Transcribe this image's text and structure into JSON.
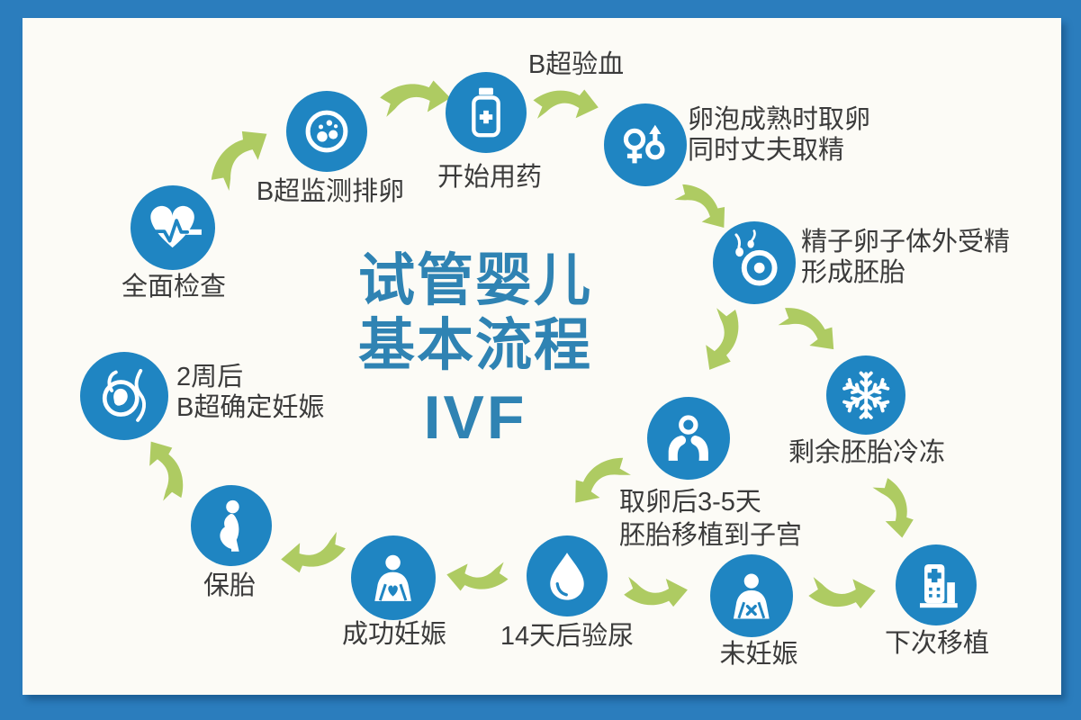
{
  "title": {
    "line1": "试管婴儿",
    "line2": "基本流程",
    "line3": "IVF"
  },
  "colors": {
    "frame": "#2b7dbd",
    "card": "#fcfbf6",
    "circle": "#1f85c2",
    "arrow": "#aecb62",
    "title": "#2f83b3",
    "text": "#3b3b3b"
  },
  "nodes": {
    "checkup": {
      "label": "全面检查",
      "icon": "heart-pulse-icon"
    },
    "monitor": {
      "label": "B超监测排卵",
      "icon": "petri-dish-cells-icon"
    },
    "medication": {
      "label": "开始用药",
      "icon": "medicine-bottle-icon"
    },
    "retrieval": {
      "label_line1": "卵泡成熟时取卵",
      "label_line2": "同时丈夫取精",
      "icon": "female-male-icon"
    },
    "fertilization": {
      "label_line1": "精子卵子体外受精",
      "label_line2": "形成胚胎",
      "icon": "sperm-egg-icon"
    },
    "freeze": {
      "label": "剩余胚胎冷冻",
      "icon": "snowflake-icon"
    },
    "transfer": {
      "label_line1": "取卵后3-5天",
      "label_line2": "胚胎移植到子宫",
      "icon": "hands-embryo-icon"
    },
    "urine_test": {
      "label": "14天后验尿",
      "icon": "urine-drop-icon"
    },
    "pregnancy_success": {
      "label": "成功妊娠",
      "icon": "pregnant-heart-icon"
    },
    "not_pregnant": {
      "label": "未妊娠",
      "icon": "person-x-icon"
    },
    "next_transfer": {
      "label": "下次移植",
      "icon": "hospital-icon"
    },
    "fetal_care": {
      "label": "保胎",
      "icon": "pregnant-woman-icon"
    },
    "confirm_pregnancy": {
      "label_line1": "2周后",
      "label_line2": "B超确定妊娠",
      "icon": "fetus-womb-icon"
    }
  },
  "flow": {
    "edges": [
      {
        "from": "checkup",
        "to": "monitor"
      },
      {
        "from": "monitor",
        "to": "medication"
      },
      {
        "from": "medication",
        "to": "retrieval",
        "annotation": "B超验血"
      },
      {
        "from": "retrieval",
        "to": "fertilization"
      },
      {
        "from": "fertilization",
        "to": "transfer"
      },
      {
        "from": "fertilization",
        "to": "freeze"
      },
      {
        "from": "freeze",
        "to": "next_transfer"
      },
      {
        "from": "transfer",
        "to": "urine_test"
      },
      {
        "from": "urine_test",
        "to": "pregnancy_success"
      },
      {
        "from": "urine_test",
        "to": "not_pregnant"
      },
      {
        "from": "not_pregnant",
        "to": "next_transfer"
      },
      {
        "from": "pregnancy_success",
        "to": "fetal_care"
      },
      {
        "from": "fetal_care",
        "to": "confirm_pregnancy"
      }
    ]
  }
}
